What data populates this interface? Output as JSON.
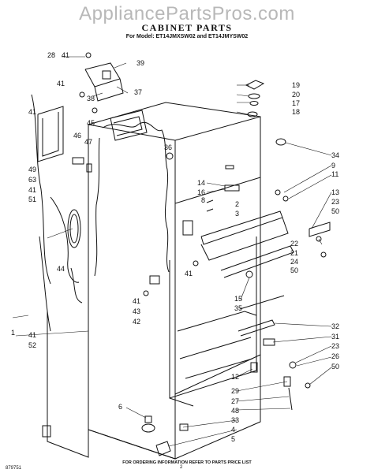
{
  "watermark": "AppliancePartsPros.com",
  "title": "CABINET PARTS",
  "subtitle": "For Model: ET14JMXSW02 and ET14JMYSW02",
  "footer_note": "FOR ORDERING INFORMATION REFER TO PARTS PRICE LIST",
  "doc_number": "879751",
  "page_number": "2",
  "callouts": {
    "c28": "28",
    "c41a": "41",
    "c39": "39",
    "c41b": "41",
    "c38": "38",
    "c37": "37",
    "c41c": "41",
    "c45": "45",
    "c47": "47",
    "c46": "46",
    "c49": "49",
    "c63": "63",
    "c41d": "41",
    "c51": "51",
    "c44": "44",
    "c41e": "41",
    "c52": "52",
    "c1": "1",
    "c19": "19",
    "c20": "20",
    "c17": "17",
    "c18": "18",
    "c36": "36",
    "c34": "34",
    "c9": "9",
    "c11": "11",
    "c14": "14",
    "c16": "16",
    "c8": "8",
    "c2": "2",
    "c3": "3",
    "c13": "13",
    "c23a": "23",
    "c50a": "50",
    "c22": "22",
    "c21": "21",
    "c24": "24",
    "c50b": "50",
    "c41f": "41",
    "c41g": "41",
    "c43": "43",
    "c42": "42",
    "c15": "15",
    "c35": "35",
    "c32": "32",
    "c31": "31",
    "c23b": "23",
    "c26": "26",
    "c50c": "50",
    "c12": "12",
    "c29": "29",
    "c27": "27",
    "c6": "6",
    "c48": "48",
    "c33": "33",
    "c4": "4",
    "c5": "5"
  }
}
